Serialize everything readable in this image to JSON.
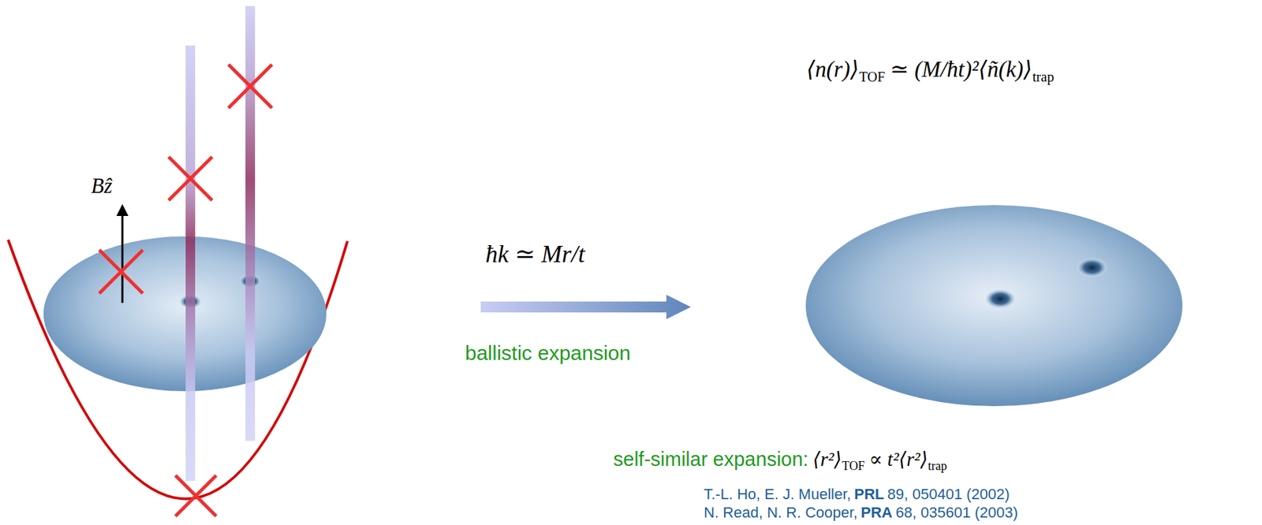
{
  "diagram": {
    "labels": [
      "Bẑ",
      "ħk ≃ Mr/t",
      "ballistic expansion",
      "⟨n(r)⟩",
      "TOF",
      "≃ (M/ħt)²⟨ñ(k)⟩",
      "trap",
      "self-similar expansion:",
      "⟨r²⟩",
      "TOF",
      "∝ t²⟨r²⟩",
      "trap",
      "T.-L. Ho, E. J. Mueller,",
      "PRL",
      "89, 050401 (2002)",
      "N. Read, N. R. Cooper,",
      "PRA",
      "68, 035601 (2003)"
    ]
  }
}
